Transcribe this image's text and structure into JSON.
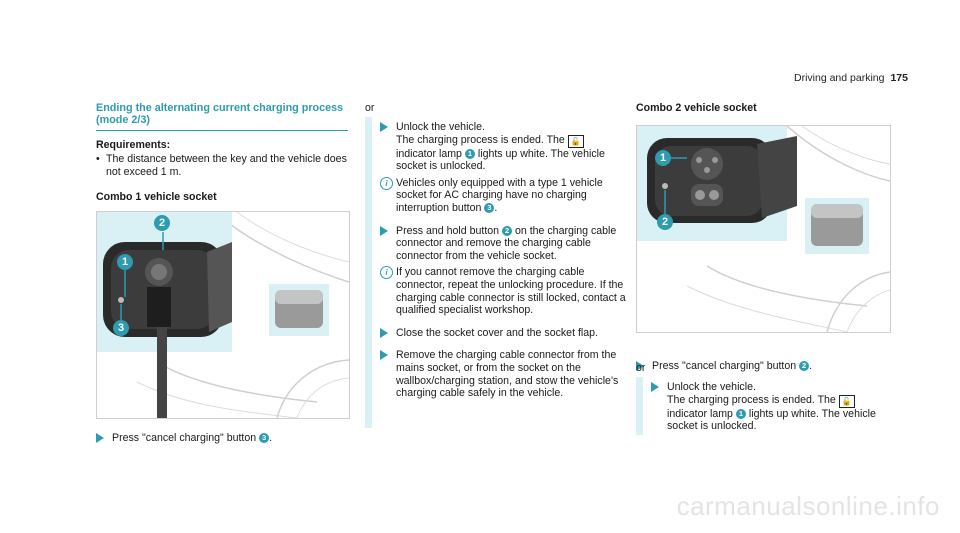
{
  "header": {
    "section": "Driving and parking",
    "page": "175"
  },
  "left": {
    "title": "Ending the alternating current charging process (mode 2/3)",
    "requirements_label": "Requirements:",
    "requirement": "The distance between the key and the vehicle does not exceed 1 m.",
    "figure_title": "Combo 1 vehicle socket",
    "step": "Press \"cancel charging\" button",
    "step_callout": "3",
    "callouts": [
      "1",
      "2",
      "3"
    ]
  },
  "middle": {
    "or1": "or",
    "step1_a": "Unlock the vehicle.",
    "step1_b": "The charging process is ended. The",
    "step1_c": "indicator lamp",
    "step1_c_callout": "1",
    "step1_d": "lights up white. The vehicle socket is unlocked.",
    "note1_a": "Vehicles only equipped with a type 1 vehicle socket for AC charging have no charging interruption button",
    "note1_callout": "3",
    "step2_a": "Press and hold button",
    "step2_callout": "2",
    "step2_b": "on the charging cable connector and remove the charging cable connector from the vehicle socket.",
    "note2": "If you cannot remove the charging cable connector, repeat the unlocking procedure. If the charging cable connector is still locked, contact a qualified specialist workshop.",
    "step3": "Close the socket cover and the socket flap.",
    "step4": "Remove the charging cable connector from the mains socket, or from the socket on the wallbox/charging station, and stow the vehicle's charging cable safely in the vehicle."
  },
  "right": {
    "figure_title": "Combo 2 vehicle socket",
    "callouts": [
      "1",
      "2"
    ],
    "step1_a": "Press \"cancel charging\" button",
    "step1_callout": "2",
    "or": "or",
    "step2_a": "Unlock the vehicle.",
    "step2_b": "The charging process is ended. The",
    "step2_c": "indicator lamp",
    "step2_c_callout": "1",
    "step2_d": "lights up white. The vehicle socket is unlocked."
  },
  "icons": {
    "arrow": "step-arrow-icon",
    "info": "info-icon",
    "lock": "unlock-icon"
  },
  "colors": {
    "accent": "#2d9bb0",
    "highlight": "#d9f1f4"
  },
  "watermark": "carmanualsonline.info"
}
